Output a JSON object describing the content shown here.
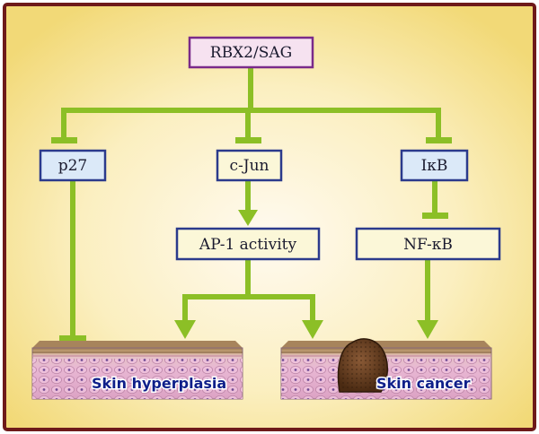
{
  "nodes": {
    "rbx2": "RBX2/SAG",
    "p27": "p27",
    "cjun": "c-Jun",
    "ikb": "IκB",
    "ap1": "AP-1 activity",
    "nfkb": "NF-κB"
  },
  "tissues": {
    "hyperplasia": "Skin hyperplasia",
    "cancer": "Skin cancer"
  },
  "colors": {
    "arrow": "#8cbf26",
    "frame": "#6e1a1a",
    "box_border_purple": "#7a2a8a",
    "box_border_blue": "#2b3a8c",
    "box_fill_pink": "#f6e2f0",
    "box_fill_blue": "#dbe9f8",
    "box_fill_cream": "#fbf7d8"
  }
}
